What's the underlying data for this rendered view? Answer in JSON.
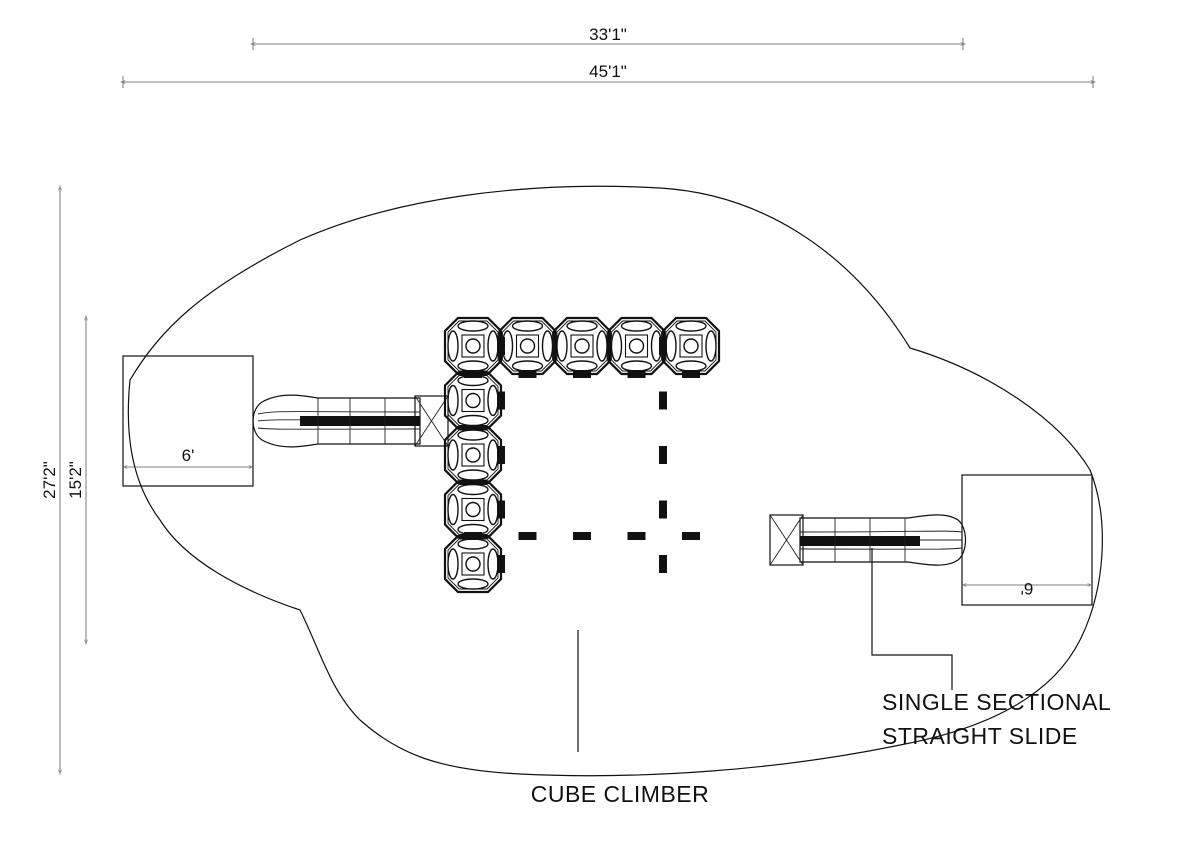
{
  "dimensions": {
    "top_inner": "33'1\"",
    "top_outer": "45'1\"",
    "left_outer": "27'2\"",
    "left_inner": "15'2\"",
    "pad_left": "6'",
    "pad_right": "6'"
  },
  "callouts": {
    "cube_climber": "CUBE CLIMBER",
    "slide_line1": "SINGLE SECTIONAL",
    "slide_line2": "STRAIGHT SLIDE"
  },
  "colors": {
    "ink": "#111111",
    "background": "#ffffff"
  }
}
